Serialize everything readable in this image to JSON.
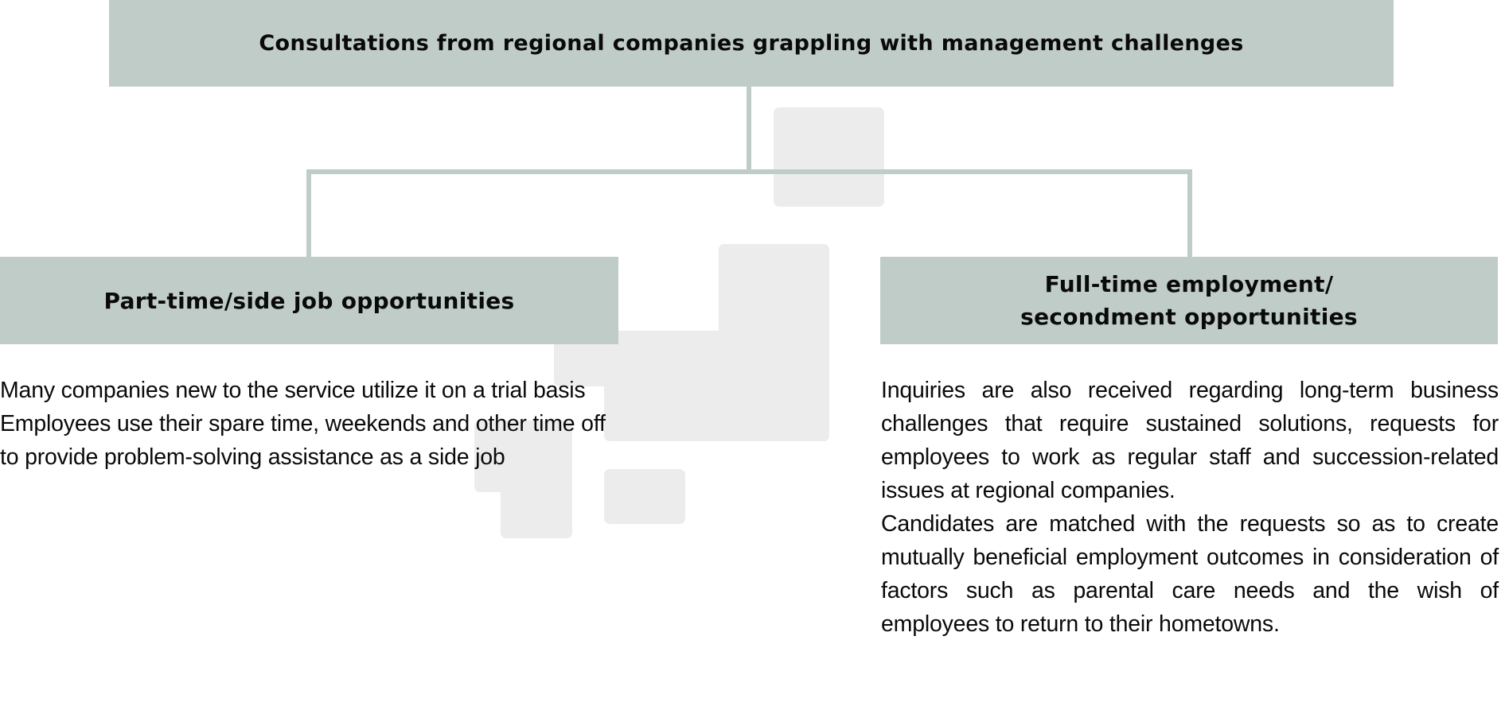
{
  "colors": {
    "box_fill": "#c0ccc7",
    "connector": "#c0ccc7",
    "decor_squares": "#ececec",
    "text": "#0a0a0a"
  },
  "top_node": {
    "title": "Consultations from regional companies grappling with management challenges"
  },
  "left_branch": {
    "title": "Part-time/side job opportunities",
    "paragraphs": [
      "Many companies new to the service utilize it on a trial basis",
      "Employees use their spare time, weekends and other time off to provide problem-solving assistance as a side job"
    ]
  },
  "right_branch": {
    "title_line1": "Full-time employment/",
    "title_line2": "secondment opportunities",
    "paragraphs": [
      "Inquiries are also received regarding long-term business challenges that require sustained solutions, requests for employees to work as regular staff and succession-related issues at regional companies.",
      "Candidates are matched with the requests so as to create mutually beneficial employment outcomes in consideration of factors such as parental care needs and the wish of employees to return to their hometowns."
    ]
  }
}
